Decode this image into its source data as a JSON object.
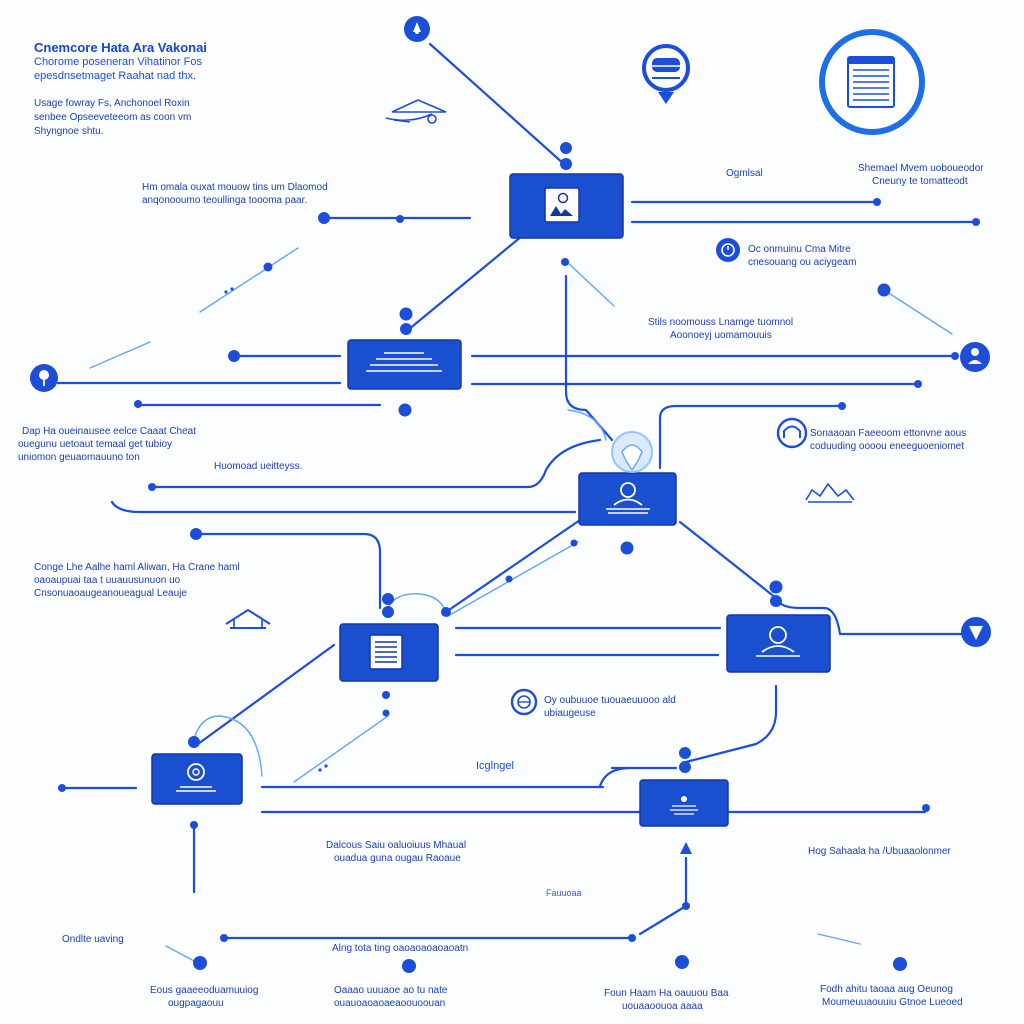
{
  "header": {
    "title": "Cnemcore Hata Ara Vakonai",
    "subtitle_1": "Chorome poseneran Vihatinor Fos",
    "subtitle_2": "epesdnsetmaget Raahat nad thx.",
    "desc_1": "Usage fowray Fs, Anchonoel Roxin",
    "desc_2": "senbee Opseeveteeom as coon vm",
    "desc_3": "Shyngnoe shtu."
  },
  "labels": {
    "l1_1": "Hm omala ouxat mouow tins um Dlaomod",
    "l1_2": "anqonooumo teoullinga toooma paar.",
    "r1": "Ogmlsal",
    "r2_1": "Shemael Mvem uoboueodor",
    "r2_2": "Cneuny te tomatteodt",
    "r3_1": "Oc onmuinu Cma Mitre",
    "r3_2": "cnesouang ou aciygeam",
    "c1_1": "Stils noomouss Lnamge tuomnol",
    "c1_2": "Aoonoeyj uomamouuis",
    "left2_1": "Dap Ha oueinausee eelce Caaat Cheat",
    "left2_2": "ouegunu uetoaut temaal get tubioy",
    "left2_3": "uniomon geuaomauuno ton",
    "left2_4": "Huomoad ueitteyss.",
    "r4_1": "Sonaaoan Faeeoom ettonvne aous",
    "r4_2": "coduuding oooou eneeguoeniomet",
    "left3_1": "Conge Lhe Aalhe haml Aliwan, Ha Crane haml",
    "left3_2": "oaoaupuai taa t uuauusunuon uo",
    "left3_3": "Cnsonuaoaugeanoueagual Leauje",
    "mid1_1": "Oy oubuuoe tuouaeuuooo ald",
    "mid1_2": "ubiaugeuse",
    "mid2": "Icglngel",
    "mid3_1": "Dalcous Saiu oaluoiuus Mhaual",
    "mid3_2": "ouadua guna ougau Raoaue",
    "mid3_3": "Fauuoaa",
    "right5": "Hog Sahaala ha /Ubuaaolonmer",
    "bottom_left": "Ondlte uaving",
    "bottom_mid": "Alng tota ting oaoaoaoaoaoatn",
    "foot_1_1": "Eous gaaeeoduamuuiog",
    "foot_1_2": "ougpagaouu",
    "foot_2_1": "Oaaao uuuaoe ao tu nate",
    "foot_2_2": "ouauoaoaoaeaoouoouan",
    "foot_3_1": "Foun Haam Ha oauuou Baa",
    "foot_3_2": "uouaaoouoa aaaa",
    "foot_4_1": "Fodh ahitu taoaa aug Oeunog",
    "foot_4_2": "Moumeuuaouuiu Gtnoe Lueoed"
  },
  "colors": {
    "primary": "#1746c9",
    "node_fill": "#1a4fd0",
    "node_edge": "#1236a8",
    "line": "#1d4ed8",
    "light": "#93c5fd",
    "icon_bg": "#ffffff"
  },
  "icons": {
    "top_pin": "pin-icon",
    "stack": "server-icon",
    "monitor": "browser-window-icon",
    "bell": "bell-icon",
    "cloud": "cloud-icon",
    "house_1": "house-icon",
    "house_2": "house-icon",
    "person_1": "person-icon",
    "person_2": "person-icon",
    "doc": "document-icon",
    "image": "image-icon",
    "bulb": "lightbulb-icon",
    "triangle": "triangle-icon",
    "clipboard": "clipboard-icon"
  }
}
